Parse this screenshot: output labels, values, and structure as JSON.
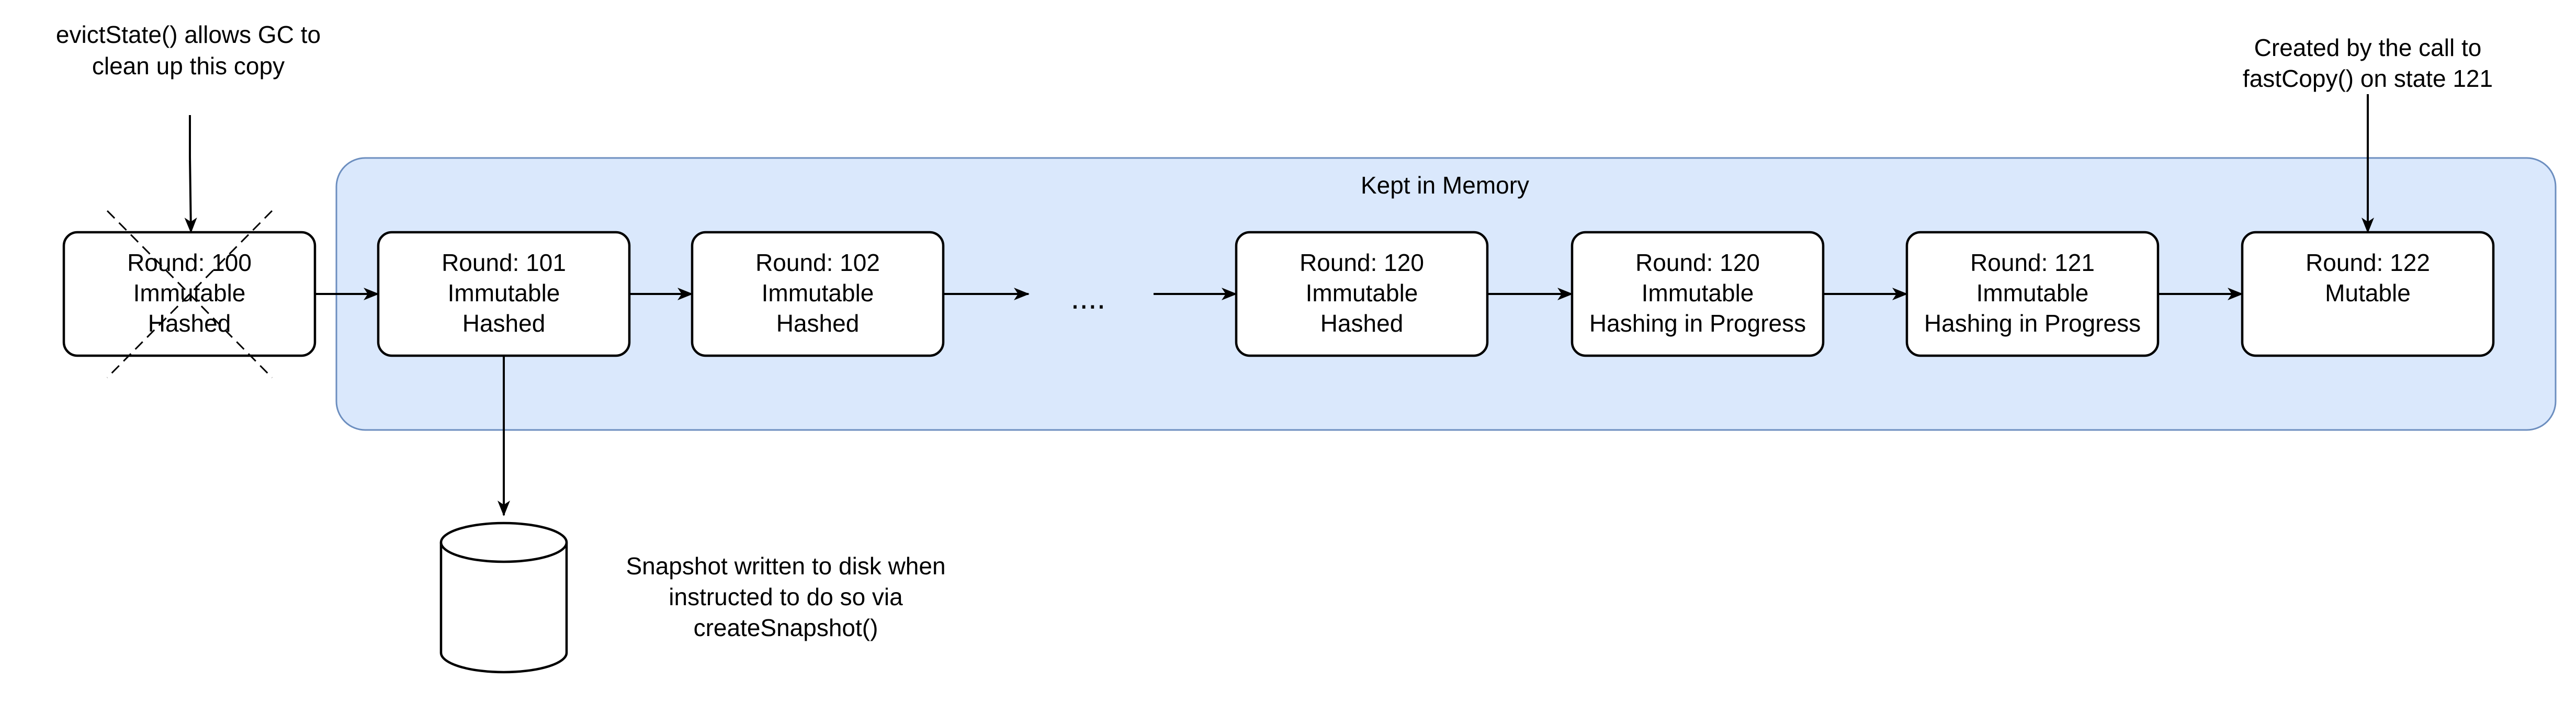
{
  "diagram": {
    "evicted_note": {
      "line1": "evictState() allows GC to",
      "line2": "clean up this copy"
    },
    "created_note": {
      "line1": "Created by the call to",
      "line2": "fastCopy() on state 121"
    },
    "memory_group": {
      "label": "Kept in Memory"
    },
    "ellipsis": "....",
    "rounds": [
      {
        "line1": "Round: 100",
        "line2": "Immutable",
        "line3": "Hashed",
        "crossed_out": true
      },
      {
        "line1": "Round: 101",
        "line2": "Immutable",
        "line3": "Hashed"
      },
      {
        "line1": "Round: 102",
        "line2": "Immutable",
        "line3": "Hashed"
      },
      {
        "line1": "Round: 120",
        "line2": "Immutable",
        "line3": "Hashed"
      },
      {
        "line1": "Round: 120",
        "line2": "Immutable",
        "line3": "Hashing in Progress"
      },
      {
        "line1": "Round: 121",
        "line2": "Immutable",
        "line3": "Hashing in Progress"
      },
      {
        "line1": "Round: 122",
        "line2": "Mutable"
      }
    ],
    "snapshot_note": {
      "line1": "Snapshot written to disk when",
      "line2": "instructed to do so via",
      "line3": "createSnapshot()"
    },
    "colors": {
      "group_fill": "#dae8fc",
      "group_stroke": "#6c8ebf",
      "stroke": "#000000"
    }
  }
}
